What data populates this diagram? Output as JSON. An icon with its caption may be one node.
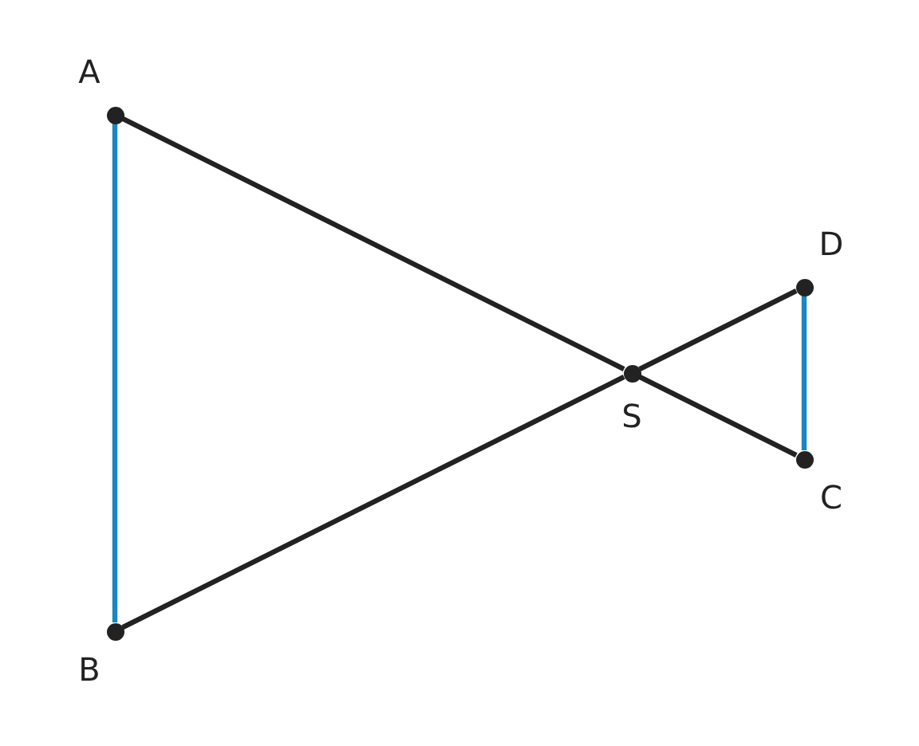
{
  "diagram": {
    "nodes": [
      {
        "text": [],
        "shape": "circle",
        "beside": [
          "A"
        ]
      },
      {
        "text": [],
        "shape": "circle",
        "beside": [
          "B"
        ]
      },
      {
        "text": [],
        "shape": "circle",
        "beside": [
          "S"
        ]
      },
      {
        "text": [],
        "shape": "circle",
        "beside": [
          "D"
        ]
      },
      {
        "text": [],
        "shape": "circle",
        "beside": [
          "C"
        ]
      }
    ],
    "edges": [
      {
        "from": 0,
        "to": 2,
        "arrow": "none"
      },
      {
        "from": 2,
        "to": 4,
        "arrow": "none"
      },
      {
        "from": 1,
        "to": 2,
        "arrow": "none"
      },
      {
        "from": 2,
        "to": 3,
        "arrow": "none"
      },
      {
        "from": 0,
        "to": 1,
        "arrow": "none",
        "color": "#1a86c2"
      },
      {
        "from": 3,
        "to": 4,
        "arrow": "none",
        "color": "#1a86c2"
      }
    ]
  }
}
